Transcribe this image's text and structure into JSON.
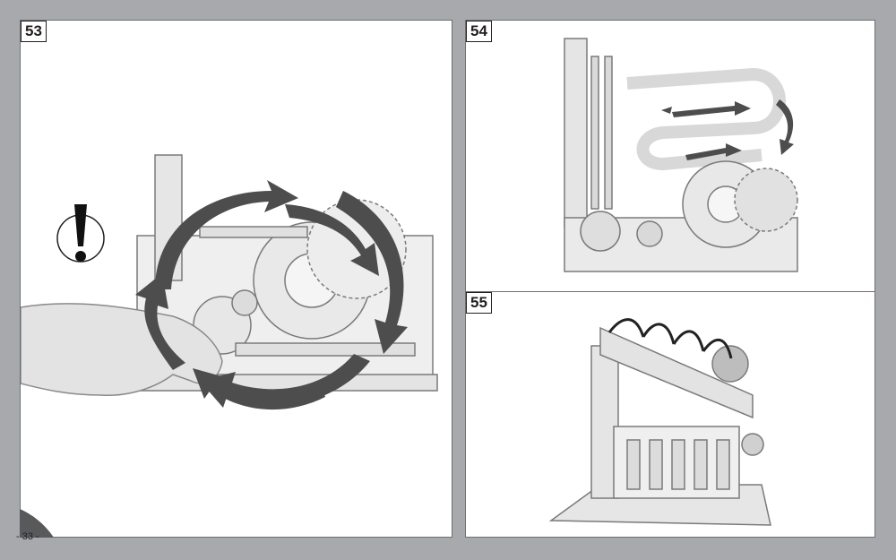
{
  "steps": [
    {
      "number": "53"
    },
    {
      "number": "54"
    },
    {
      "number": "55"
    }
  ],
  "page": {
    "number": "- 33 -"
  },
  "colors": {
    "background": "#a7a9ac",
    "panel": "#ffffff",
    "border": "#6d6e71",
    "arrow": "#4d4d4d"
  },
  "icons": {
    "warning": "exclamation-warning-icon"
  }
}
